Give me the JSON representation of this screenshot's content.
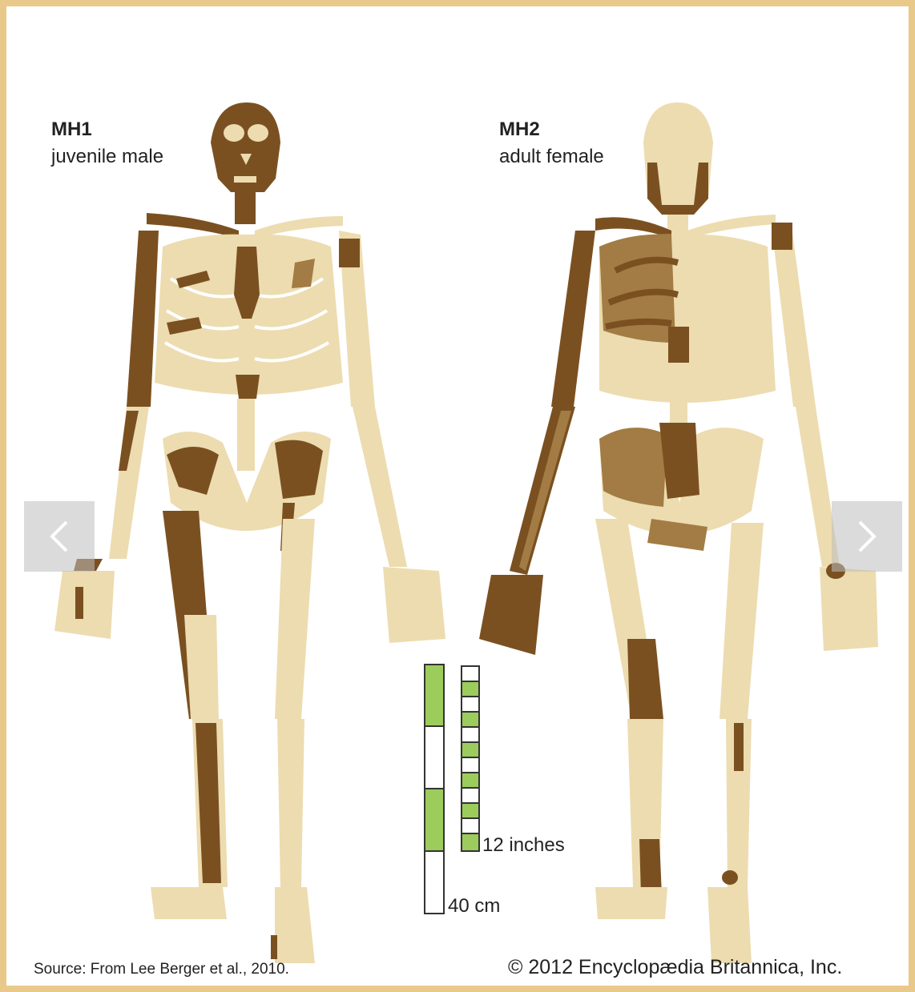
{
  "specimens": {
    "left": {
      "title": "MH1",
      "subtitle": "juvenile male"
    },
    "right": {
      "title": "MH2",
      "subtitle": "adult female"
    }
  },
  "scale": {
    "inches_label": "12 inches",
    "cm_label": "40 cm"
  },
  "footer": {
    "source": "Source: From Lee Berger et al., 2010.",
    "copyright": "© 2012 Encyclopædia Britannica, Inc."
  },
  "colors": {
    "bone": "#ecdcb0",
    "fossil": "#7b5020",
    "fossil_light": "#a27c44",
    "scale_green": "#9ccc5c",
    "frame": "#e8c98a"
  },
  "icons": {
    "prev": "chevron-left-icon",
    "next": "chevron-right-icon"
  }
}
